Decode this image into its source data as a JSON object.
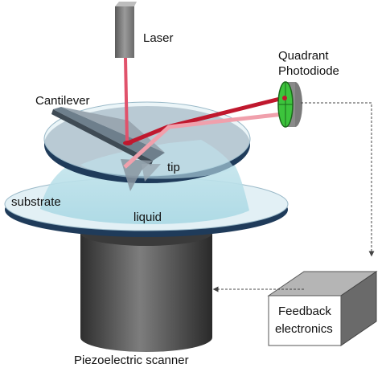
{
  "labels": {
    "laser": "Laser",
    "quadrant_line1": "Quadrant",
    "quadrant_line2": "Photodiode",
    "cantilever": "Cantilever",
    "tip": "tip",
    "substrate": "substrate",
    "liquid": "liquid",
    "feedback_line1": "Feedback",
    "feedback_line2": "electronics",
    "scanner": "Piezoelectric scanner"
  },
  "colors": {
    "laser_body": "#7a7a7a",
    "beam_incident": "#e0526b",
    "beam_reflected_dark": "#c0182e",
    "beam_reflected_light": "#f0a0ac",
    "photodiode_green": "#3cc43c",
    "disc_fill": "#dfeef4",
    "disc_edge": "#1f3b5a",
    "liquid": "#bfe3ec",
    "scanner_dark": "#4a4a4a",
    "feedback_box": "#8a8a8a"
  }
}
